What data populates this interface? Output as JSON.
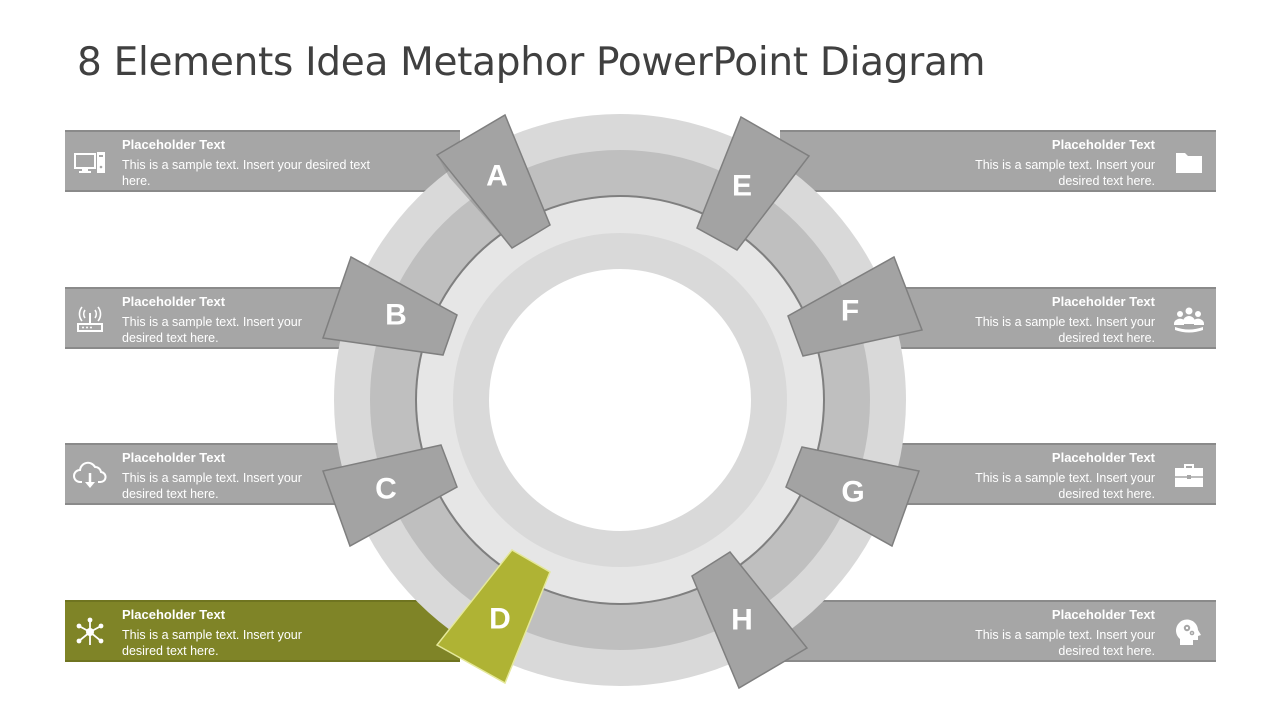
{
  "title": "8 Elements Idea Metaphor PowerPoint Diagram",
  "colors": {
    "bar_gray": "#a6a6a6",
    "tab_gray": "#a3a3a3",
    "highlight_bar": "#7f8427",
    "highlight_tab": "#afb334"
  },
  "items": [
    {
      "letter": "A",
      "heading": "Placeholder Text",
      "desc_line1": "This is a sample text. Insert your desired text",
      "desc_line2": "here.",
      "icon": "computer-icon"
    },
    {
      "letter": "B",
      "heading": "Placeholder Text",
      "desc_line1": "This is a sample text. Insert your",
      "desc_line2": "desired text here.",
      "icon": "router-icon"
    },
    {
      "letter": "C",
      "heading": "Placeholder Text",
      "desc_line1": "This is a sample text. Insert your",
      "desc_line2": "desired text here.",
      "icon": "cloud-download-icon"
    },
    {
      "letter": "D",
      "heading": "Placeholder Text",
      "desc_line1": "This is a sample text. Insert your",
      "desc_line2": "desired text here.",
      "icon": "network-hub-icon",
      "highlighted": true
    },
    {
      "letter": "E",
      "heading": "Placeholder Text",
      "desc_line1": "This is a sample text. Insert your",
      "desc_line2": "desired text here.",
      "icon": "folder-icon"
    },
    {
      "letter": "F",
      "heading": "Placeholder Text",
      "desc_line1": "This is a sample text. Insert your",
      "desc_line2": "desired text here.",
      "icon": "team-icon"
    },
    {
      "letter": "G",
      "heading": "Placeholder Text",
      "desc_line1": "This is a sample text. Insert your",
      "desc_line2": "desired text here.",
      "icon": "briefcase-icon"
    },
    {
      "letter": "H",
      "heading": "Placeholder Text",
      "desc_line1": "This is a sample text. Insert your",
      "desc_line2": "desired text here.",
      "icon": "head-gears-icon"
    }
  ]
}
